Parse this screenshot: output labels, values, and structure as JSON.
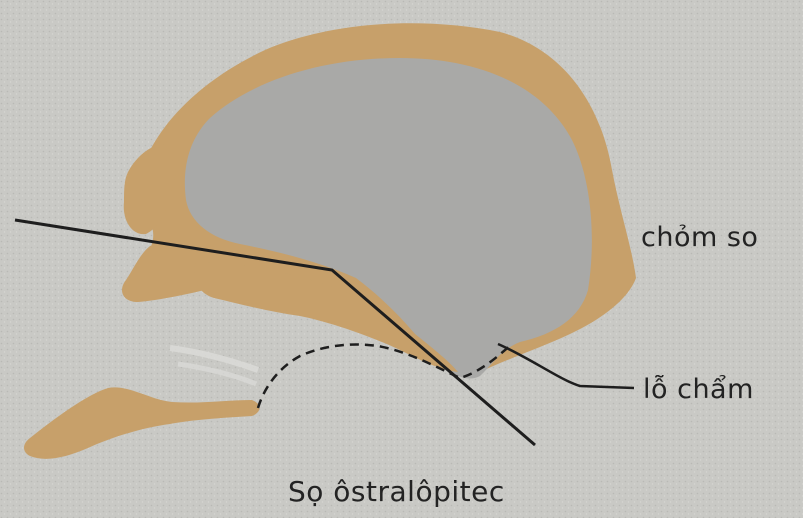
{
  "diagram": {
    "labels": {
      "occiput": "chỏm so",
      "foramen": "lỗ chẩm",
      "caption": "Sọ ôstralôpitec"
    },
    "colors": {
      "background": "#c9c9c5",
      "bone": "#c7a06a",
      "cranial_cavity": "#a9a9a7",
      "line": "#1e1e1e"
    }
  }
}
